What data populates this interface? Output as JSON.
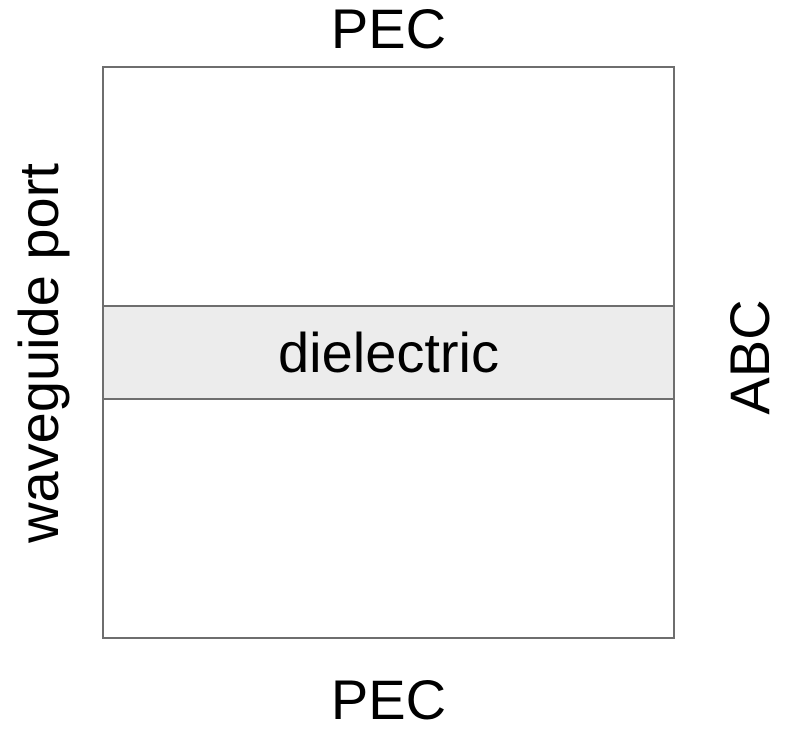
{
  "diagram": {
    "type": "simulation-domain-schematic",
    "boundaries": {
      "top_label": "PEC",
      "bottom_label": "PEC",
      "left_label": "waveguide port",
      "right_label": "ABC"
    },
    "region": {
      "label": "dielectric"
    },
    "colors": {
      "background": "#ffffff",
      "border": "#6e6e6e",
      "region_fill": "#ececec",
      "text": "#000000"
    }
  }
}
